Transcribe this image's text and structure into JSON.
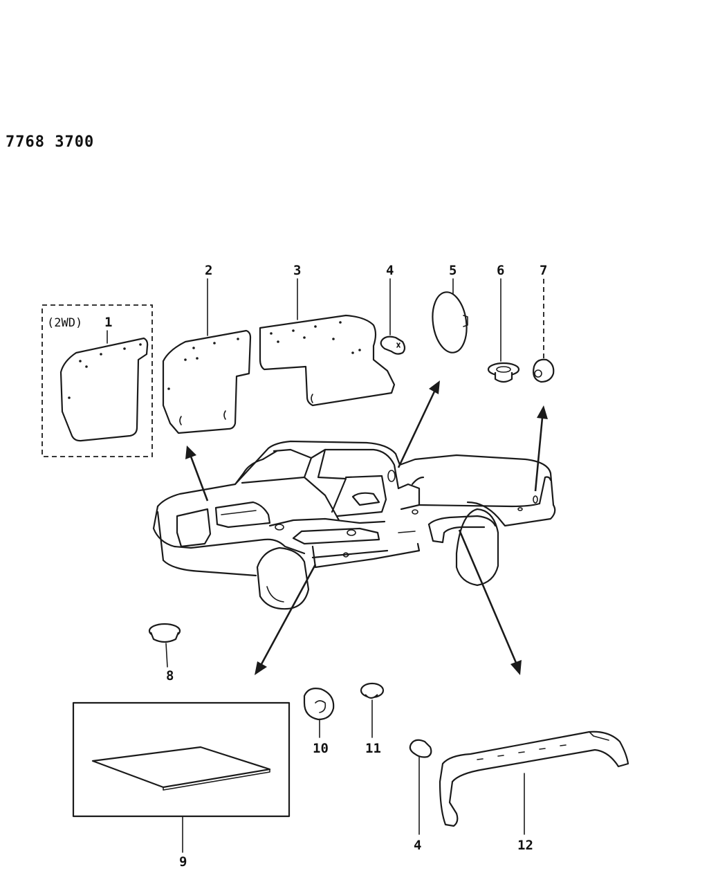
{
  "diagram_code": "7768 3700",
  "variant_note": "(2WD)",
  "callouts": {
    "c1": "1",
    "c2": "2",
    "c3": "3",
    "c4a": "4",
    "c5": "5",
    "c6": "6",
    "c7": "7",
    "c8": "8",
    "c9": "9",
    "c10": "10",
    "c11": "11",
    "c4b": "4",
    "c12": "12"
  },
  "icons": {
    "truck": "pickup-truck-outline-icon",
    "arrow": "leader-arrow-icon"
  },
  "colors": {
    "ink": "#1a1a1a",
    "paper": "#ffffff"
  }
}
